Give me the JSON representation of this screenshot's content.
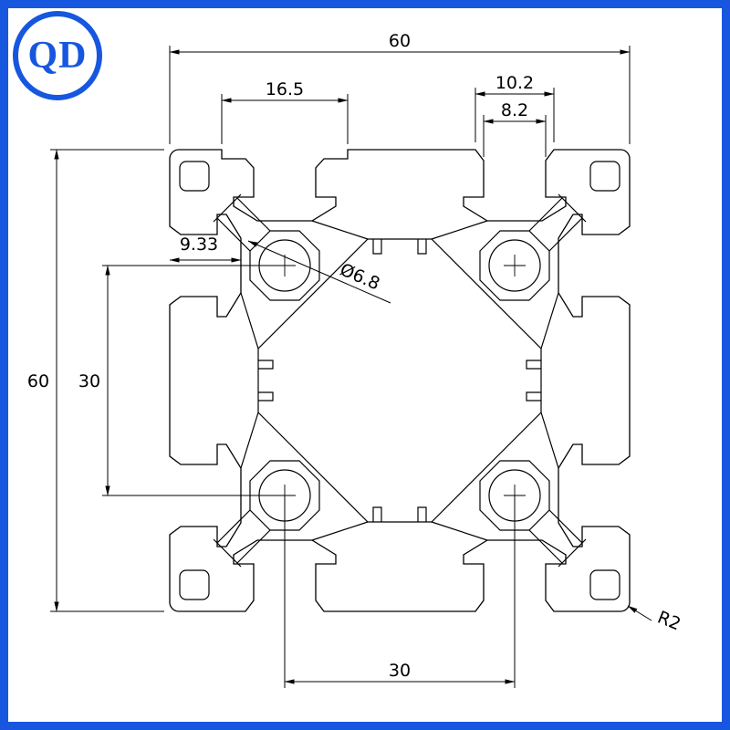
{
  "logo": {
    "text": "QD"
  },
  "frame": {
    "color": "#1757DF"
  },
  "drawing": {
    "dims": {
      "width_top": "60",
      "slot_recess_width": "16.5",
      "slot_chamfer_width": "10.2",
      "slot_mouth_width": "8.2",
      "slot_depth": "9.33",
      "hole_diameter": "Ø6.8",
      "height_left": "60",
      "hole_pitch_vertical": "30",
      "hole_pitch_horizontal": "30",
      "corner_radius": "R2"
    }
  }
}
